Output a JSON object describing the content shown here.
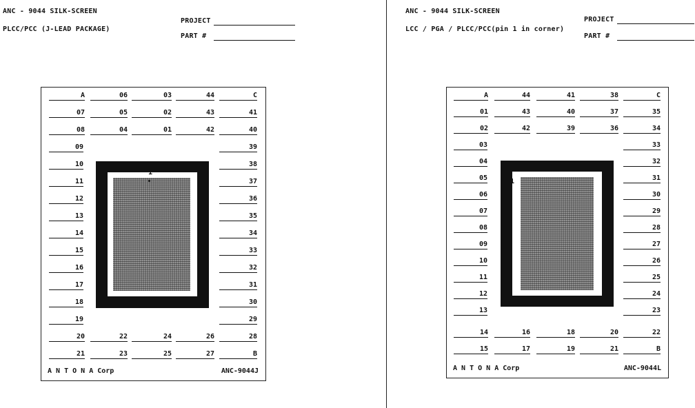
{
  "left": {
    "title": "ANC - 9044 SILK-SCREEN",
    "subtitle": "PLCC/PCC (J-LEAD PACKAGE)",
    "project_label": "PROJECT",
    "part_label": "PART #",
    "company": "A N T O N A Corp",
    "model": "ANC-9044J",
    "pin1": "1",
    "pins": [
      "A",
      "06",
      "03",
      "44",
      "C",
      "07",
      "05",
      "02",
      "43",
      "41",
      "08",
      "04",
      "01",
      "42",
      "40",
      "09",
      "39",
      "10",
      "38",
      "11",
      "37",
      "12",
      "36",
      "13",
      "35",
      "14",
      "34",
      "15",
      "33",
      "16",
      "32",
      "17",
      "31",
      "18",
      "30",
      "19",
      "29",
      "20",
      "22",
      "24",
      "26",
      "28",
      "21",
      "23",
      "25",
      "27",
      "B"
    ]
  },
  "right": {
    "title": "ANC - 9044 SILK-SCREEN",
    "subtitle": "LCC / PGA / PLCC/PCC(pin 1 in corner)",
    "project_label": "PROJECT",
    "part_label": "PART #",
    "company": "A N T O N A Corp",
    "model": "ANC-9044L",
    "pin1": "1",
    "pins": [
      "A",
      "44",
      "41",
      "38",
      "C",
      "01",
      "43",
      "40",
      "37",
      "35",
      "02",
      "42",
      "39",
      "36",
      "34",
      "03",
      "33",
      "04",
      "32",
      "05",
      "31",
      "06",
      "30",
      "07",
      "29",
      "08",
      "28",
      "09",
      "27",
      "10",
      "26",
      "11",
      "25",
      "12",
      "24",
      "13",
      "23",
      "14",
      "16",
      "18",
      "20",
      "22",
      "15",
      "17",
      "19",
      "21",
      "B"
    ]
  }
}
